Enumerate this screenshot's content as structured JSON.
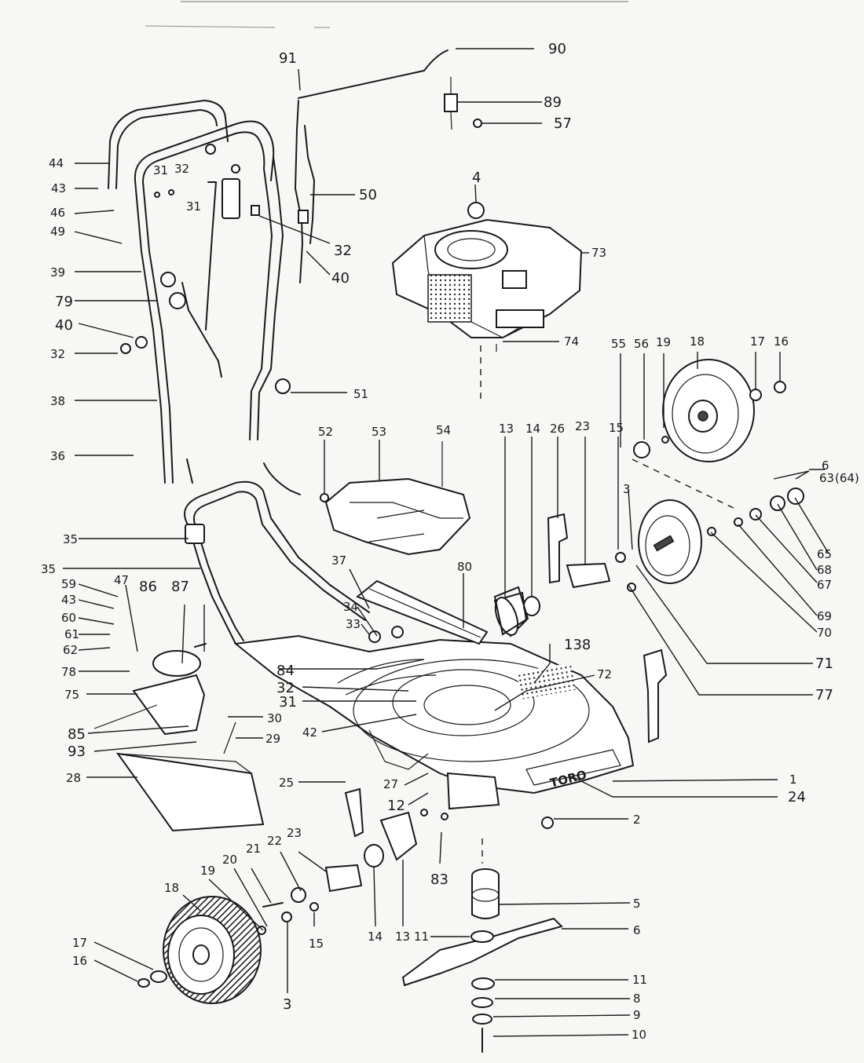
{
  "header": {
    "title_faint": "",
    "subtitle_faint": ""
  },
  "deck_logo": "TORO",
  "callouts": [
    {
      "id": "c90",
      "text": "90"
    },
    {
      "id": "c91",
      "text": "91"
    },
    {
      "id": "c89",
      "text": "89"
    },
    {
      "id": "c57a",
      "text": "57"
    },
    {
      "id": "c44",
      "text": "44"
    },
    {
      "id": "c43a",
      "text": "43"
    },
    {
      "id": "c31a",
      "text": "31"
    },
    {
      "id": "c32a",
      "text": "32"
    },
    {
      "id": "c31b",
      "text": "31"
    },
    {
      "id": "c50",
      "text": "50"
    },
    {
      "id": "c46",
      "text": "46"
    },
    {
      "id": "c49",
      "text": "49"
    },
    {
      "id": "c32b",
      "text": "32"
    },
    {
      "id": "c4",
      "text": "4"
    },
    {
      "id": "c73",
      "text": "73"
    },
    {
      "id": "c39",
      "text": "39"
    },
    {
      "id": "c40a",
      "text": "40"
    },
    {
      "id": "c79",
      "text": "79"
    },
    {
      "id": "c40b",
      "text": "40"
    },
    {
      "id": "c32c",
      "text": "32"
    },
    {
      "id": "c74",
      "text": "74"
    },
    {
      "id": "c55a",
      "text": "55"
    },
    {
      "id": "c56",
      "text": "56"
    },
    {
      "id": "c19a",
      "text": "19"
    },
    {
      "id": "c18a",
      "text": "18"
    },
    {
      "id": "c17a",
      "text": "17"
    },
    {
      "id": "c16a",
      "text": "16"
    },
    {
      "id": "c51",
      "text": "51"
    },
    {
      "id": "c38",
      "text": "38"
    },
    {
      "id": "c52",
      "text": "52"
    },
    {
      "id": "c53",
      "text": "53"
    },
    {
      "id": "c54",
      "text": "54"
    },
    {
      "id": "c13a",
      "text": "13"
    },
    {
      "id": "c14a",
      "text": "14"
    },
    {
      "id": "c26a",
      "text": "26"
    },
    {
      "id": "c23a",
      "text": "23"
    },
    {
      "id": "c15a",
      "text": "15"
    },
    {
      "id": "c36",
      "text": "36"
    },
    {
      "id": "c63",
      "text": "63"
    },
    {
      "id": "c64",
      "text": "(64)"
    },
    {
      "id": "c6",
      "text": "6"
    },
    {
      "id": "c3a",
      "text": "3"
    },
    {
      "id": "c35a",
      "text": "35"
    },
    {
      "id": "c65",
      "text": "65"
    },
    {
      "id": "c35b",
      "text": "35"
    },
    {
      "id": "c37",
      "text": "37"
    },
    {
      "id": "c80",
      "text": "80"
    },
    {
      "id": "c68",
      "text": "68"
    },
    {
      "id": "c47",
      "text": "47"
    },
    {
      "id": "c59",
      "text": "59"
    },
    {
      "id": "c86",
      "text": "86"
    },
    {
      "id": "c87",
      "text": "87"
    },
    {
      "id": "c67",
      "text": "67"
    },
    {
      "id": "c43b",
      "text": "43"
    },
    {
      "id": "c34",
      "text": "34"
    },
    {
      "id": "c60",
      "text": "60"
    },
    {
      "id": "c69",
      "text": "69"
    },
    {
      "id": "c61",
      "text": "61"
    },
    {
      "id": "c33",
      "text": "33"
    },
    {
      "id": "c70",
      "text": "70"
    },
    {
      "id": "c62",
      "text": "62"
    },
    {
      "id": "c78",
      "text": "78"
    },
    {
      "id": "c138",
      "text": "138"
    },
    {
      "id": "c84",
      "text": "84"
    },
    {
      "id": "c71",
      "text": "71"
    },
    {
      "id": "c72",
      "text": "72"
    },
    {
      "id": "c32d",
      "text": "32"
    },
    {
      "id": "c75",
      "text": "75"
    },
    {
      "id": "c31c",
      "text": "31"
    },
    {
      "id": "c77",
      "text": "77"
    },
    {
      "id": "c30",
      "text": "30"
    },
    {
      "id": "c85",
      "text": "85"
    },
    {
      "id": "c42",
      "text": "42"
    },
    {
      "id": "c29",
      "text": "29"
    },
    {
      "id": "c93",
      "text": "93"
    },
    {
      "id": "c1",
      "text": "1"
    },
    {
      "id": "c28",
      "text": "28"
    },
    {
      "id": "c25",
      "text": "25"
    },
    {
      "id": "c27",
      "text": "27"
    },
    {
      "id": "c24",
      "text": "24"
    },
    {
      "id": "c12",
      "text": "12"
    },
    {
      "id": "c2",
      "text": "2"
    },
    {
      "id": "c23b",
      "text": "23"
    },
    {
      "id": "c22",
      "text": "22"
    },
    {
      "id": "c21",
      "text": "21"
    },
    {
      "id": "c83",
      "text": "83"
    },
    {
      "id": "c18b",
      "text": "18"
    },
    {
      "id": "c20",
      "text": "20"
    },
    {
      "id": "c19b",
      "text": "19"
    },
    {
      "id": "c5",
      "text": "5"
    },
    {
      "id": "c15b",
      "text": "15"
    },
    {
      "id": "c14b",
      "text": "14"
    },
    {
      "id": "c13b",
      "text": "13"
    },
    {
      "id": "c11a",
      "text": "11"
    },
    {
      "id": "c8",
      "text": "6"
    },
    {
      "id": "c17b",
      "text": "17"
    },
    {
      "id": "c16b",
      "text": "16"
    },
    {
      "id": "c11b",
      "text": "11"
    },
    {
      "id": "c8b",
      "text": "8"
    },
    {
      "id": "c3b",
      "text": "3"
    },
    {
      "id": "c9",
      "text": "9"
    },
    {
      "id": "c10",
      "text": "10"
    }
  ]
}
